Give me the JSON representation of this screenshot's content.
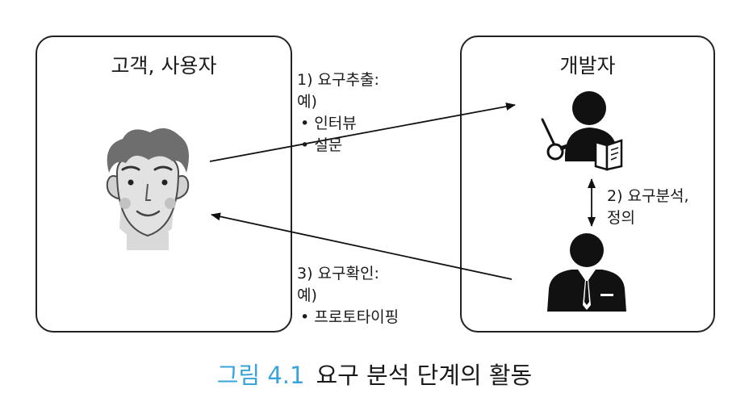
{
  "left_box": {
    "title": "고객, 사용자"
  },
  "right_box": {
    "title": "개발자"
  },
  "steps": {
    "extract": {
      "heading": "1) 요구추출:",
      "example": "예)",
      "items": [
        "인터뷰",
        "설문"
      ]
    },
    "analyze": {
      "line1": "2) 요구분석,",
      "line2": "정의"
    },
    "verify": {
      "heading": "3) 요구확인:",
      "example": "예)",
      "items": [
        "프로토타이핑"
      ]
    }
  },
  "caption": {
    "number": "그림 4.1",
    "text": "요구 분석 단계의 활동"
  },
  "colors": {
    "caption_number": "#3aa3dc",
    "figure_dark": "#111111",
    "face_skin": "#dcdcdc",
    "hair": "#6e6e6e"
  },
  "icons": [
    "customer-face-icon",
    "teacher-presenter-icon",
    "businessman-icon"
  ]
}
